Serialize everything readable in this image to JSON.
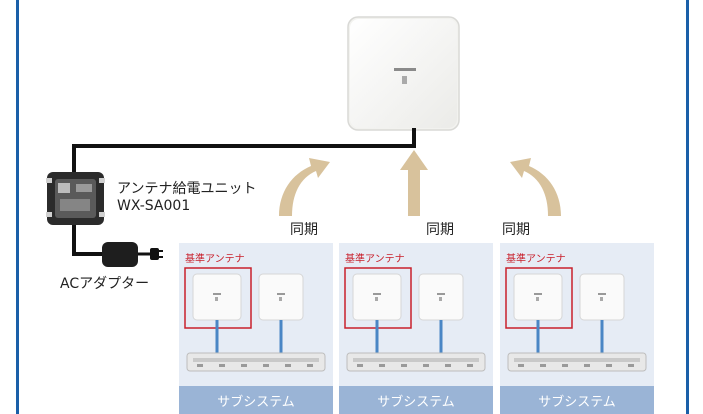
{
  "diagram": {
    "feed_unit": {
      "label": "アンテナ給電ユニット",
      "model": "WX-SA001"
    },
    "ac_adapter": {
      "label": "ACアダプター"
    },
    "sync_label": "同期",
    "subsystems": [
      {
        "reference_label": "基準アンテナ",
        "footer": "サブシステム"
      },
      {
        "reference_label": "基準アンテナ",
        "footer": "サブシステム"
      },
      {
        "reference_label": "基準アンテナ",
        "footer": "サブシステム"
      }
    ],
    "colors": {
      "frame": "#1a5fa8",
      "cable": "#111111",
      "sync_arrow": "#d8c29c",
      "reference_box": "#c8202c",
      "link_line": "#4a86c5",
      "subsystem_bg": "#e6ecf5",
      "subsystem_footer": "#9ab4d6"
    }
  }
}
